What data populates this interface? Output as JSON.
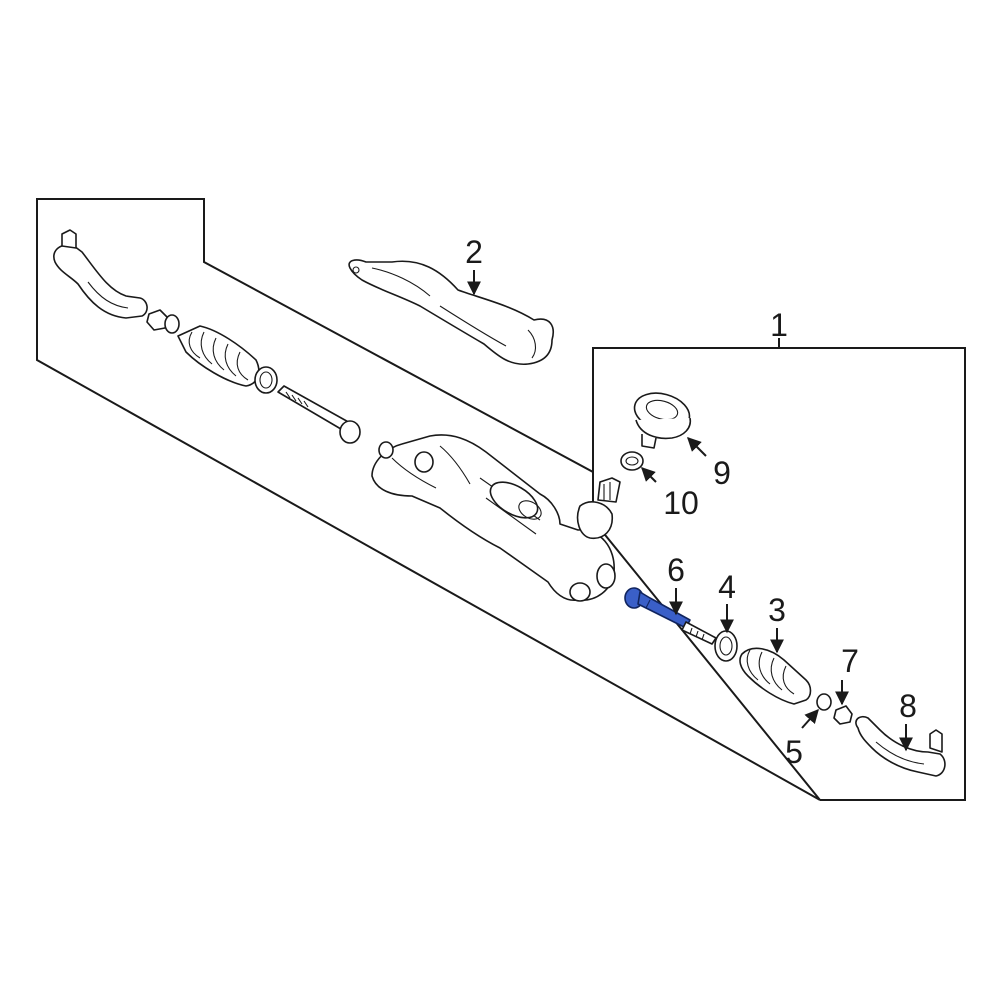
{
  "callouts": {
    "c1": "1",
    "c2": "2",
    "c3": "3",
    "c4": "4",
    "c5": "5",
    "c6": "6",
    "c7": "7",
    "c8": "8",
    "c9": "9",
    "c10": "10"
  },
  "colors": {
    "highlight_part": "#3a5fc8",
    "line": "#1a1a1a",
    "background": "#ffffff"
  }
}
